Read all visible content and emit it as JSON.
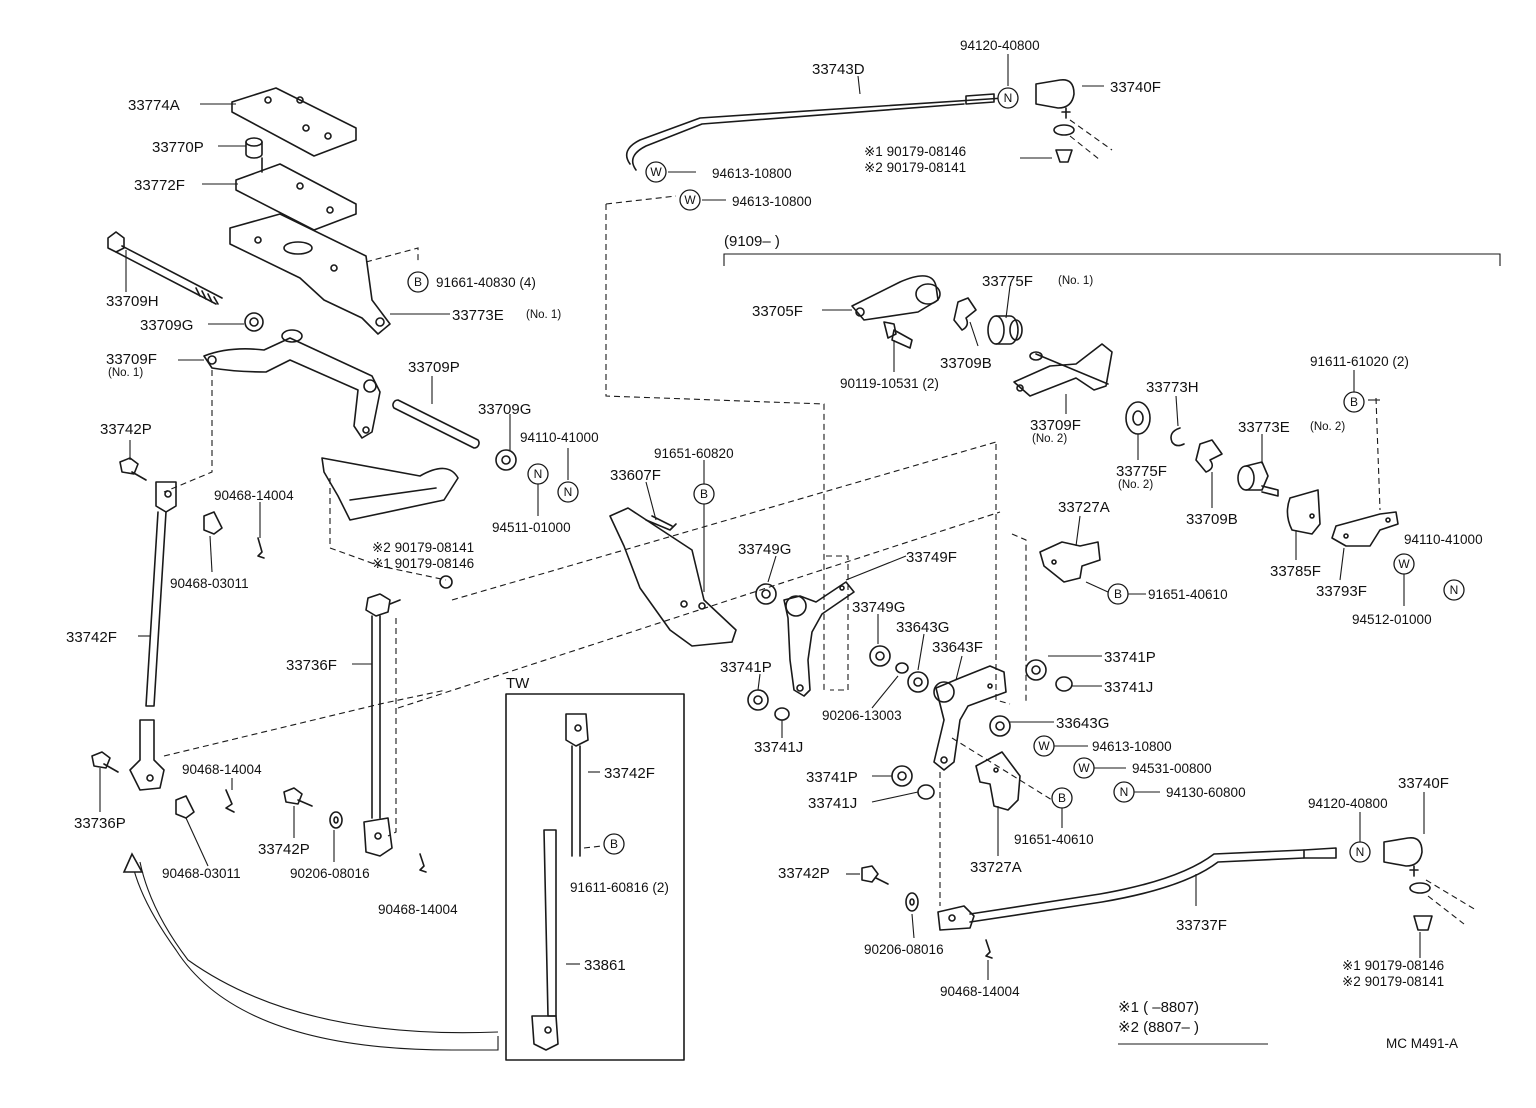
{
  "callouts": [
    {
      "id": "c1",
      "text": "33774A"
    },
    {
      "id": "c2",
      "text": "33770P"
    },
    {
      "id": "c3",
      "text": "33772F"
    },
    {
      "id": "c4",
      "text": "33709H"
    },
    {
      "id": "c5",
      "text": "33709G"
    },
    {
      "id": "c6",
      "text": "33709F"
    },
    {
      "id": "c6q",
      "text": "(No. 1)"
    },
    {
      "id": "c7",
      "text": "91661-40830 (4)"
    },
    {
      "id": "c8",
      "text": "33773E"
    },
    {
      "id": "c8q",
      "text": "(No. 1)"
    },
    {
      "id": "c9",
      "text": "33709P"
    },
    {
      "id": "c10",
      "text": "33709G"
    },
    {
      "id": "c11",
      "text": "94110-41000"
    },
    {
      "id": "c12",
      "text": "94511-01000"
    },
    {
      "id": "c13",
      "text": "33742P"
    },
    {
      "id": "c14",
      "text": "90468-14004"
    },
    {
      "id": "c15",
      "text": "90468-03011"
    },
    {
      "id": "c16",
      "text": "※2 90179-08141"
    },
    {
      "id": "c17",
      "text": "※1 90179-08146"
    },
    {
      "id": "c18",
      "text": "33742F"
    },
    {
      "id": "c19",
      "text": "33736F"
    },
    {
      "id": "c20",
      "text": "33736P"
    },
    {
      "id": "c21",
      "text": "90468-14004"
    },
    {
      "id": "c22",
      "text": "90468-03011"
    },
    {
      "id": "c23",
      "text": "33742P"
    },
    {
      "id": "c24",
      "text": "90206-08016"
    },
    {
      "id": "c25",
      "text": "90468-14004"
    },
    {
      "id": "c26",
      "text": "TW"
    },
    {
      "id": "c27",
      "text": "33742F"
    },
    {
      "id": "c28",
      "text": "91611-60816 (2)"
    },
    {
      "id": "c29",
      "text": "33861"
    },
    {
      "id": "c30",
      "text": "33743D"
    },
    {
      "id": "c31",
      "text": "94120-40800"
    },
    {
      "id": "c32",
      "text": "33740F"
    },
    {
      "id": "c33",
      "text": "※1  90179-08146"
    },
    {
      "id": "c34",
      "text": "※2  90179-08141"
    },
    {
      "id": "c35",
      "text": "94613-10800"
    },
    {
      "id": "c36",
      "text": "94613-10800"
    },
    {
      "id": "c37",
      "text": "(9109–          )"
    },
    {
      "id": "c38",
      "text": "33705F"
    },
    {
      "id": "c39",
      "text": "33775F"
    },
    {
      "id": "c39q",
      "text": "(No. 1)"
    },
    {
      "id": "c40",
      "text": "90119-10531 (2)"
    },
    {
      "id": "c41",
      "text": "33709B"
    },
    {
      "id": "c42",
      "text": "91611-61020 (2)"
    },
    {
      "id": "c43",
      "text": "33773H"
    },
    {
      "id": "c44",
      "text": "33709F"
    },
    {
      "id": "c44q",
      "text": "(No. 2)"
    },
    {
      "id": "c45",
      "text": "33775F"
    },
    {
      "id": "c45q",
      "text": "(No. 2)"
    },
    {
      "id": "c46",
      "text": "33773E"
    },
    {
      "id": "c46q",
      "text": "(No. 2)"
    },
    {
      "id": "c47",
      "text": "33709B"
    },
    {
      "id": "c48",
      "text": "91651-60820"
    },
    {
      "id": "c49",
      "text": "33607F"
    },
    {
      "id": "c50",
      "text": "33749G"
    },
    {
      "id": "c51",
      "text": "33749F"
    },
    {
      "id": "c52",
      "text": "33727A"
    },
    {
      "id": "c53",
      "text": "91651-40610"
    },
    {
      "id": "c54",
      "text": "33785F"
    },
    {
      "id": "c55",
      "text": "33793F"
    },
    {
      "id": "c56",
      "text": "94110-41000"
    },
    {
      "id": "c57",
      "text": "94512-01000"
    },
    {
      "id": "c58",
      "text": "33749G"
    },
    {
      "id": "c59",
      "text": "33643G"
    },
    {
      "id": "c60",
      "text": "33643F"
    },
    {
      "id": "c61",
      "text": "33741P"
    },
    {
      "id": "c62",
      "text": "33741P"
    },
    {
      "id": "c63",
      "text": "33741J"
    },
    {
      "id": "c64",
      "text": "90206-13003"
    },
    {
      "id": "c65",
      "text": "33643G"
    },
    {
      "id": "c66",
      "text": "33741J"
    },
    {
      "id": "c67",
      "text": "94613-10800"
    },
    {
      "id": "c68",
      "text": "94531-00800"
    },
    {
      "id": "c69",
      "text": "94130-60800"
    },
    {
      "id": "c70",
      "text": "33741P"
    },
    {
      "id": "c71",
      "text": "33741J"
    },
    {
      "id": "c72",
      "text": "91651-40610"
    },
    {
      "id": "c73",
      "text": "33727A"
    },
    {
      "id": "c74",
      "text": "33740F"
    },
    {
      "id": "c75",
      "text": "94120-40800"
    },
    {
      "id": "c76",
      "text": "33742P"
    },
    {
      "id": "c77",
      "text": "33737F"
    },
    {
      "id": "c78",
      "text": "90206-08016"
    },
    {
      "id": "c79",
      "text": "90468-14004"
    },
    {
      "id": "c80",
      "text": "※1  90179-08146"
    },
    {
      "id": "c81",
      "text": "※2  90179-08141"
    },
    {
      "id": "c82",
      "text": "※1 (          –8807)"
    },
    {
      "id": "c83",
      "text": "※2 (8807–          )"
    },
    {
      "id": "c84",
      "text": "MC  M491-A"
    }
  ],
  "markers": [
    {
      "id": "m1",
      "letter": "B"
    },
    {
      "id": "m2",
      "letter": "N"
    },
    {
      "id": "m3",
      "letter": "N"
    },
    {
      "id": "m4",
      "letter": "B"
    },
    {
      "id": "m5",
      "letter": "N"
    },
    {
      "id": "m6",
      "letter": "W"
    },
    {
      "id": "m7",
      "letter": "W"
    },
    {
      "id": "m8",
      "letter": "B"
    },
    {
      "id": "m9",
      "letter": "B"
    },
    {
      "id": "m10",
      "letter": "W"
    },
    {
      "id": "m11",
      "letter": "N"
    },
    {
      "id": "m12",
      "letter": "B"
    },
    {
      "id": "m13",
      "letter": "W"
    },
    {
      "id": "m14",
      "letter": "W"
    },
    {
      "id": "m15",
      "letter": "N"
    },
    {
      "id": "m16",
      "letter": "B"
    },
    {
      "id": "m17",
      "letter": "N"
    }
  ]
}
